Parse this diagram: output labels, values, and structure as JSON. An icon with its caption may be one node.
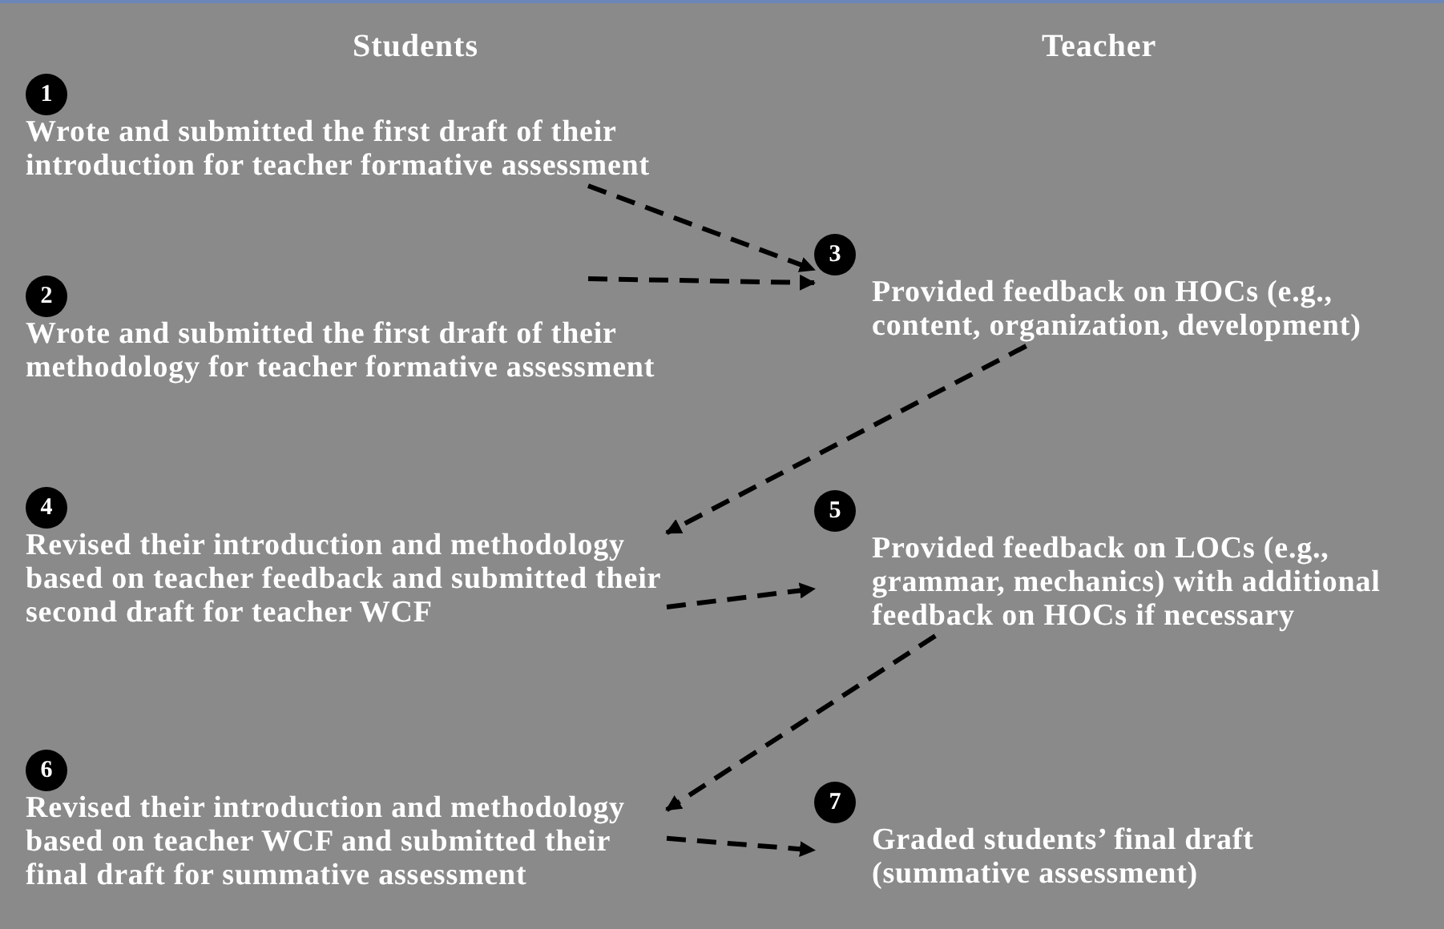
{
  "diagram": {
    "nodes": [
      {
        "text": [
          "1",
          "Wrote and submitted the first draft of their introduction for teacher formative assessment"
        ]
      },
      {
        "text": [
          "2",
          "Wrote and submitted the first draft of their methodology for teacher formative assessment"
        ]
      },
      {
        "text": [
          "3",
          "Provided feedback on HOCs (e.g., content, organization, development)"
        ]
      },
      {
        "text": [
          "4",
          "Revised their introduction and methodology based on teacher feedback and submitted their second draft for teacher WCF"
        ]
      },
      {
        "text": [
          "5",
          "Provided feedback on LOCs (e.g., grammar, mechanics) with additional feedback on HOCs if necessary"
        ]
      },
      {
        "text": [
          "6",
          "Revised their introduction and methodology based on teacher WCF and submitted their final draft for summative assessment"
        ]
      },
      {
        "text": [
          "7",
          "Graded students’ final draft (summative assessment)"
        ]
      }
    ],
    "edges": [
      {
        "from": 0,
        "to": 2,
        "arrow": "to",
        "style": "dashed"
      },
      {
        "from": 1,
        "to": 2,
        "arrow": "to",
        "style": "dashed"
      },
      {
        "from": 2,
        "to": 3,
        "arrow": "to",
        "style": "dashed"
      },
      {
        "from": 3,
        "to": 4,
        "arrow": "to",
        "style": "dashed"
      },
      {
        "from": 4,
        "to": 5,
        "arrow": "to",
        "style": "dashed"
      },
      {
        "from": 5,
        "to": 6,
        "arrow": "to",
        "style": "dashed"
      }
    ],
    "labels": [
      "Students",
      "Teacher"
    ]
  }
}
